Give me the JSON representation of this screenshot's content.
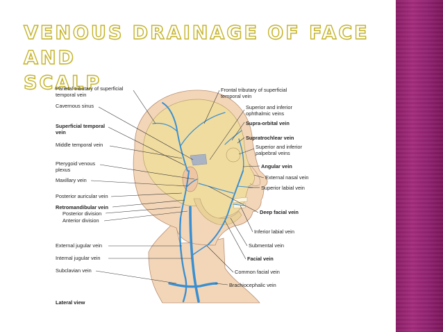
{
  "slide": {
    "title_line1": "VENOUS DRAINAGE OF FACE AND",
    "title_line2": "SCALP"
  },
  "colors": {
    "accent_stripe": "#a32c7c",
    "title_outline": "#c4b32a",
    "vein": "#3b8fd0",
    "skin": "#f3d6b8",
    "bone": "#f1dca0"
  },
  "diagram": {
    "labels_left": {
      "parietal_1": "Parietal tributary of superficial",
      "parietal_2": "temporal vein",
      "cavernous": "Cavernous sinus",
      "superficial_temporal_1": "Superficial temporal",
      "superficial_temporal_2": "vein",
      "middle_temporal": "Middle temporal vein",
      "pterygoid_1": "Pterygoid venous",
      "pterygoid_2": "plexus",
      "maxillary": "Maxillary vein",
      "posterior_auricular": "Posterior auricular vein",
      "retromandibular": "Retromandibular vein",
      "posterior_division": "Posterior division",
      "anterior_division": "Anterior division",
      "external_jugular": "External jugular vein",
      "internal_jugular": "Internal jugular vein",
      "subclavian": "Subclavian vein"
    },
    "labels_right": {
      "frontal_1": "Frontal tributary of superficial",
      "frontal_2": "temporal vein",
      "ophthalmic_1": "Superior and inferior",
      "ophthalmic_2": "ophthalmic veins",
      "supra_orbital": "Supra-orbital vein",
      "supratrochlear": "Supratrochlear vein",
      "palpebral_1": "Superior and inferior",
      "palpebral_2": "palpebral veins",
      "angular": "Angular vein",
      "external_nasal": "External nasal vein",
      "superior_labial": "Superior labial vein",
      "deep_facial": "Deep facial vein",
      "inferior_labial": "Inferior labial vein",
      "submental": "Submental vein",
      "facial": "Facial vein",
      "common_facial": "Common facial vein",
      "brachiocephalic": "Brachiocephalic vein"
    },
    "view_label": "Lateral view"
  }
}
